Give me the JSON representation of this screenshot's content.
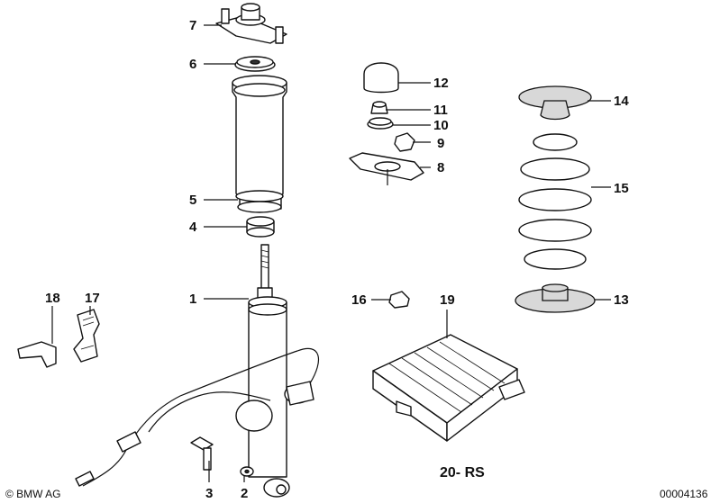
{
  "callouts": [
    {
      "id": "7",
      "text": "7"
    },
    {
      "id": "6",
      "text": "6"
    },
    {
      "id": "5",
      "text": "5"
    },
    {
      "id": "4",
      "text": "4"
    },
    {
      "id": "1",
      "text": "1"
    },
    {
      "id": "3",
      "text": "3"
    },
    {
      "id": "2",
      "text": "2"
    },
    {
      "id": "18",
      "text": "18"
    },
    {
      "id": "17",
      "text": "17"
    },
    {
      "id": "12",
      "text": "12"
    },
    {
      "id": "11",
      "text": "11"
    },
    {
      "id": "10",
      "text": "10"
    },
    {
      "id": "9",
      "text": "9"
    },
    {
      "id": "8",
      "text": "8"
    },
    {
      "id": "16",
      "text": "16"
    },
    {
      "id": "19",
      "text": "19"
    },
    {
      "id": "14",
      "text": "14"
    },
    {
      "id": "15",
      "text": "15"
    },
    {
      "id": "13",
      "text": "13"
    }
  ],
  "group_label": "20- RS",
  "copyright": "© BMW AG",
  "image_number": "00004136"
}
